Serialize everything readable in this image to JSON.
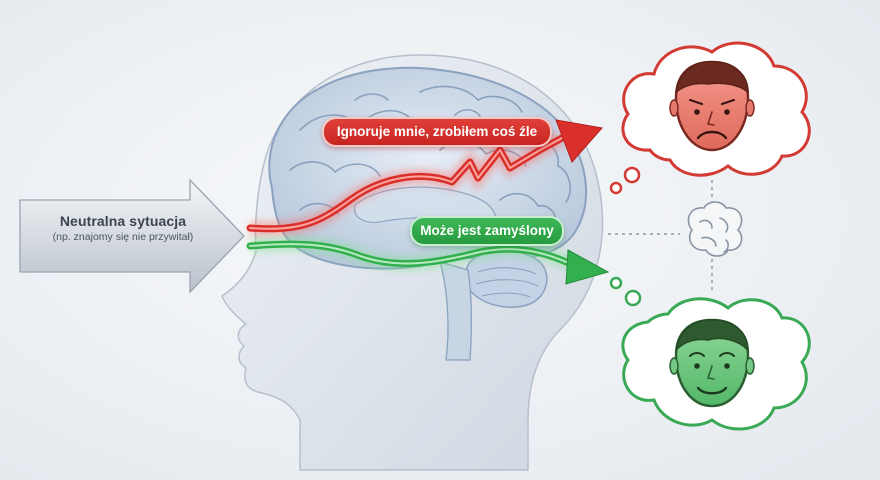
{
  "input": {
    "title": "Neutralna sytuacja",
    "subtitle": "(np. znajomy się nie przywitał)"
  },
  "paths": {
    "negative": {
      "label": "Ignoruje mnie, zrobiłem coś źle",
      "color": "#d9302b"
    },
    "positive": {
      "label": "Może jest zamyślony",
      "color": "#33b04e"
    }
  },
  "outcomes": {
    "negative": {
      "icon": "sad-face-icon",
      "color": "#d23a33"
    },
    "positive": {
      "icon": "smiling-face-icon",
      "color": "#3aa955"
    }
  },
  "center_icon": "brain-icon",
  "colors": {
    "background": "#eef1f4",
    "head": "#dde3ea",
    "brain": "#c9d6e6"
  }
}
